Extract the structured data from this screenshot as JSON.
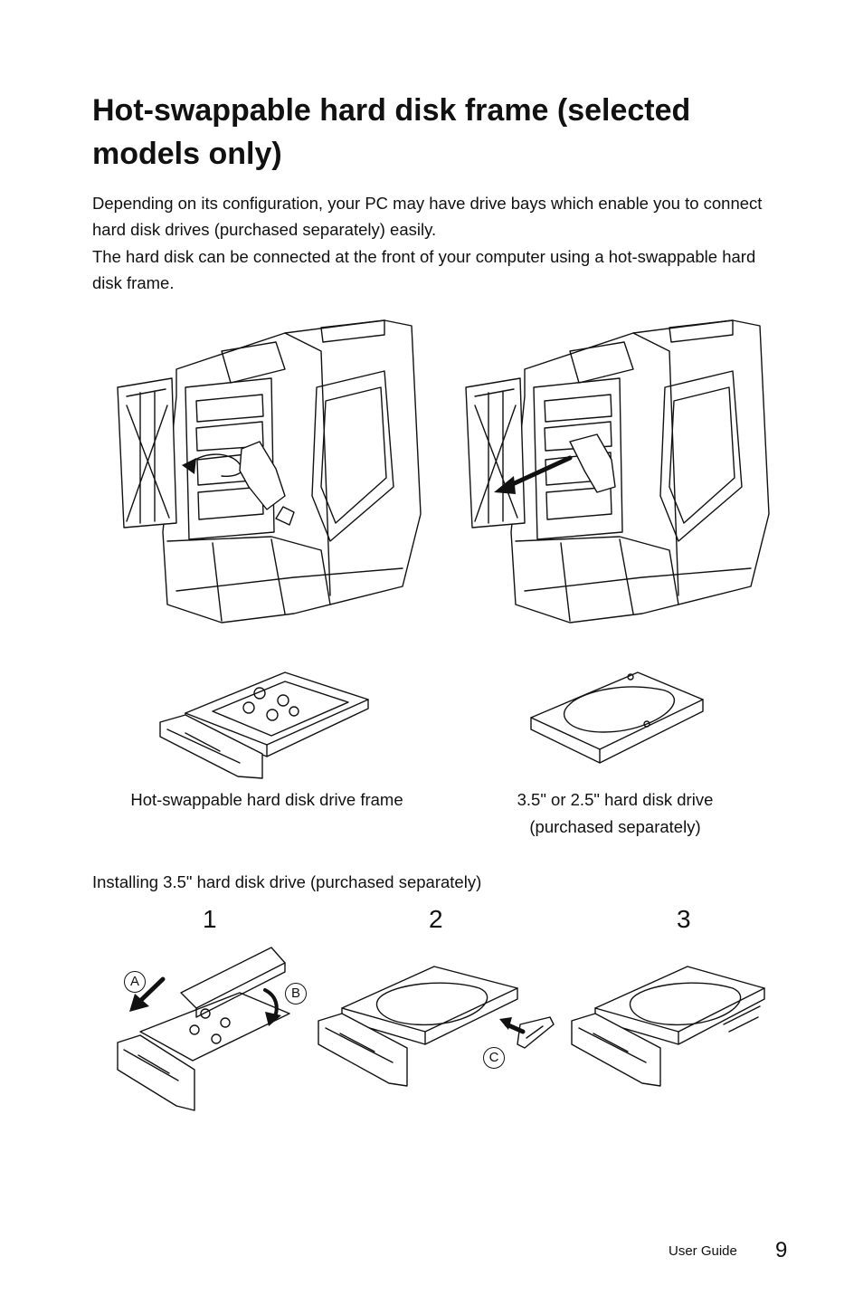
{
  "page": {
    "title": "Hot-swappable hard disk frame (selected models only)",
    "paragraphs": [
      "Depending on its configuration, your PC may have drive bays which enable you to connect hard disk drives (purchased separately) easily.",
      "The hard disk can be connected at the front of your computer using a hot-swappable hard disk frame."
    ],
    "captions": {
      "frame": "Hot-swappable hard disk drive frame",
      "drive_line1": "3.5\" or 2.5\" hard disk drive",
      "drive_line2": "(purchased separately)"
    },
    "install_heading": "Installing 3.5\" hard disk drive (purchased separately)",
    "steps": [
      "1",
      "2",
      "3"
    ],
    "callouts": [
      "A",
      "B",
      "C"
    ],
    "footer": {
      "label": "User Guide",
      "page_number": "9"
    }
  }
}
